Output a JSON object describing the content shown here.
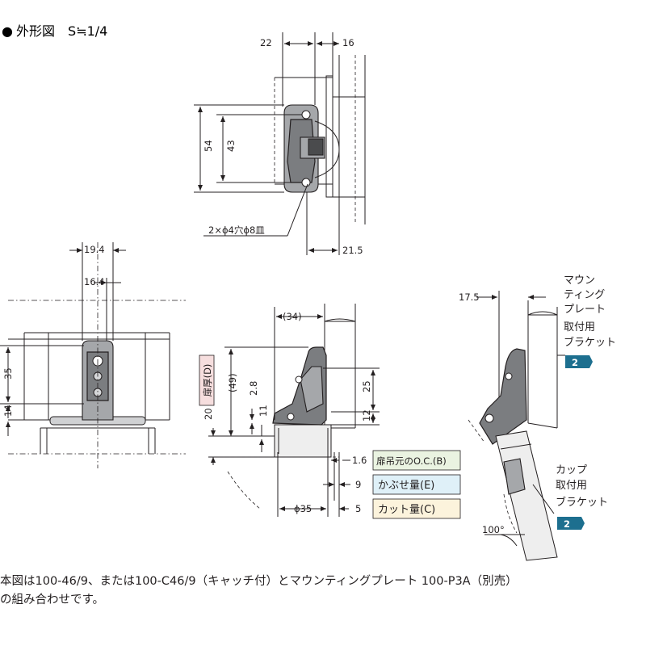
{
  "heading": {
    "bullet": "●",
    "title": "外形図　S≒1/4"
  },
  "top_view": {
    "dim_22": "22",
    "dim_16": "16",
    "dim_54": "54",
    "dim_43": "43",
    "dim_21_5": "21.5",
    "hole_note": "2×ϕ4穴ϕ8皿"
  },
  "front_view": {
    "dim_19_4": "19.4",
    "dim_16_4": "16.4",
    "dim_35": "35",
    "dim_14": "14"
  },
  "side_view": {
    "dim_34": "(34)",
    "dim_49": "(49)",
    "dim_2_8": "2.8",
    "dim_20": "20",
    "dim_11": "11",
    "dim_25": "25",
    "dim_12": "12",
    "dim_1_6": "1.6",
    "dim_9": "9",
    "dim_5": "5",
    "dim_35": "ϕ35",
    "door_thickness": "扉厚(D)",
    "label_oc": "扉吊元のO.C.(B)",
    "label_overlay": "かぶせ量(E)",
    "label_cut": "カット量(C)",
    "colors": {
      "door_box": "#f6dede",
      "oc_box": "#eaf3e1",
      "overlay_box": "#dff0f8",
      "cut_box": "#fcf3dc"
    }
  },
  "open_view": {
    "dim_17_5": "17.5",
    "mount_label": [
      "マウン",
      "ティング",
      "プレート",
      "取付用",
      "ブラケット"
    ],
    "cup_label": [
      "カップ",
      "取付用",
      "ブラケット"
    ],
    "badge_mount": "2",
    "badge_cup": "2",
    "angle": "100°",
    "badge_color": "#1d6f8f"
  },
  "note": {
    "line1": "本図は100-46/9、または100-C46/9（キャッチ付）とマウンティングプレート 100-P3A（別売）",
    "line2": "の組み合わせです。"
  }
}
